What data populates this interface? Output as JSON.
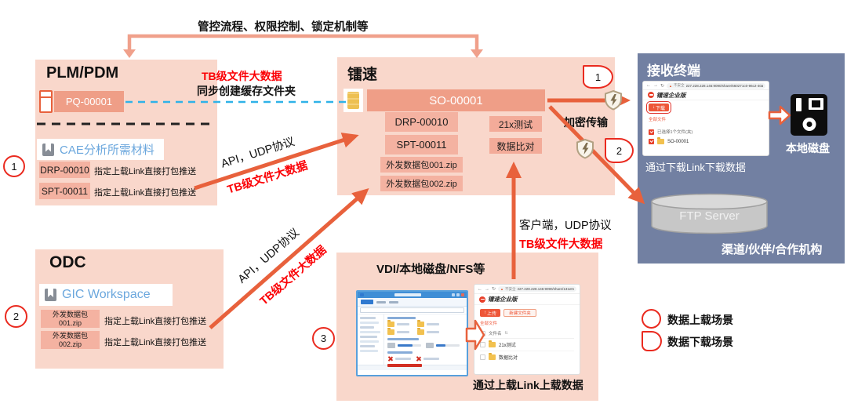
{
  "banner": "管控流程、权限控制、锁定机制等",
  "icons": {
    "back": "←",
    "forward": "→",
    "reload": "↻",
    "warning": "▲",
    "sort": "⇅",
    "upload": "↑",
    "download": "↓"
  },
  "plm": {
    "title": "PLM/PDM",
    "item": "PQ-00001",
    "sync_red": "TB级文件大数据",
    "sync_black": "同步创建缓存文件夹",
    "cae": "CAE分析所需材料",
    "rows": [
      {
        "code": "DRP-00010",
        "desc": "指定上载Link直接打包推送"
      },
      {
        "code": "SPT-00011",
        "desc": "指定上载Link直接打包推送"
      }
    ],
    "badge": "1"
  },
  "raysync": {
    "title": "镭速",
    "so": "SO-00001",
    "files": [
      "DRP-00010",
      "SPT-00011",
      "外发数据包001.zip",
      "外发数据包002.zip"
    ],
    "tasks": [
      "21x测试",
      "数据比对"
    ],
    "badges": [
      "1",
      "2"
    ]
  },
  "flows": {
    "encrypt": "加密传输",
    "plm_api": "API，UDP协议",
    "plm_tb": "TB级文件大数据",
    "odc_api": "API，UDP协议",
    "odc_tb": "TB级文件大数据",
    "client": "客户端，UDP协议",
    "client_tb": "TB级文件大数据"
  },
  "odc": {
    "title": "ODC",
    "workspace": "GIC Workspace",
    "rows": [
      {
        "line1": "外发数据包",
        "line2": "001.zip",
        "desc": "指定上载Link直接打包推送"
      },
      {
        "line1": "外发数据包",
        "line2": "002.zip",
        "desc": "指定上载Link直接打包推送"
      }
    ],
    "badge": "2"
  },
  "vdi": {
    "title": "VDI/本地磁盘/NFS等",
    "badge": "3",
    "caption": "通过上载Link上载数据",
    "browser": {
      "warn": "不安全",
      "url": "227.228.228.146:9090/share/131e0c7...",
      "brand": "镭速企业版",
      "upload_btn": "上传",
      "newfolder_btn": "新建文件夹",
      "all_files": "全部文件",
      "col": "文件名",
      "folders": [
        "21x测试",
        "数据比对"
      ]
    }
  },
  "receiver": {
    "title": "接收终端",
    "browser": {
      "warn": "不安全",
      "url": "227.228.228.146:9090/share/660271c0-96c2-40a1...",
      "brand": "镭速企业版",
      "download_btn": "下载",
      "all_files": "全部文件",
      "row1": "已选择1个文件(夹)",
      "row2": "SO-00001"
    },
    "caption": "通过下载Link下载数据",
    "disk": "本地磁盘",
    "ftp": "FTP Server",
    "footer": "渠道/伙伴/合作机构"
  },
  "legend": {
    "upload": "数据上载场景",
    "download": "数据下载场景"
  },
  "colors": {
    "box_pink": "#f9d7cb",
    "bar_salmon": "#ef9e87",
    "bar_light": "#f4b2a1",
    "arrow_orange": "#e8613c",
    "panel_blue": "#7280a2",
    "red_text": "#fb0005",
    "blue_dash": "#2fb2e8",
    "link_blue": "#6ba7dd",
    "badge_red": "#ea2a1f"
  }
}
